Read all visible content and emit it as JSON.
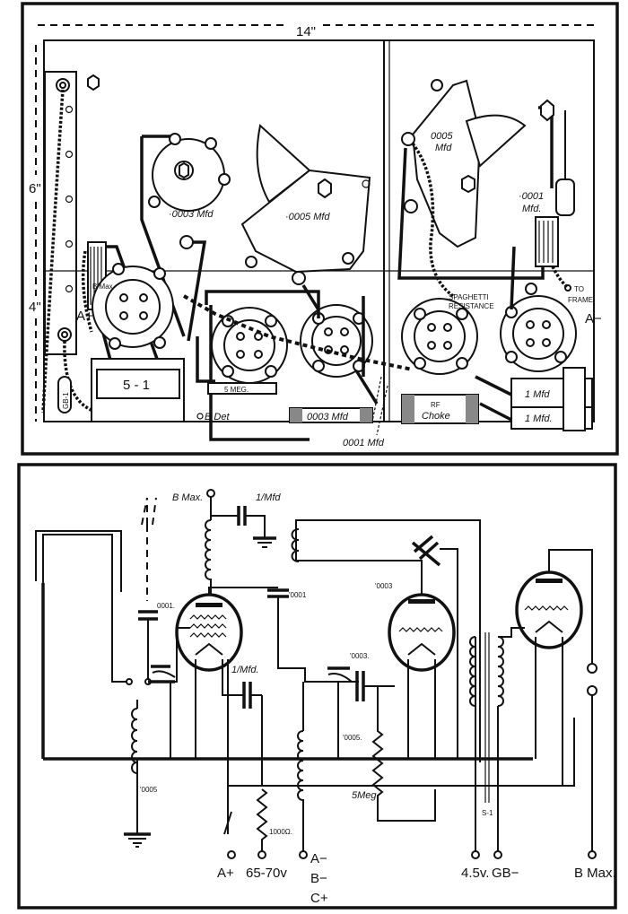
{
  "layout_diagram": {
    "width_dim": "14\"",
    "upper_height_dim": "6\"",
    "lower_height_dim": "4\"",
    "labels": {
      "cap_0003": "·0003 Mfd",
      "cap_0005_centre": "·0005 Mfd",
      "cap_0005_right_1": "0005",
      "cap_0005_right_2": "Mfd",
      "cap_0001_top_1": "·0001",
      "cap_0001_top_2": "Mfd.",
      "to_frame_1": "TO",
      "to_frame_2": "FRAME",
      "spaghetti_1": "SPAGHETTI",
      "spaghetti_2": "RESISTANCE",
      "b_max": "B Max",
      "a_plus": "A+",
      "a_minus": "A−",
      "transformer": "5 - 1",
      "gb": "GB-1",
      "b_det": "B Det",
      "resistor_5meg": "5 MEG.",
      "cap_0003_base": "0003 Mfd",
      "cap_0001_base": "0001 Mfd",
      "rf_choke_1": "RF",
      "rf_choke_2": "Choke",
      "cap_1mfd_a": "1 Mfd",
      "cap_1mfd_b": "1 Mfd."
    }
  },
  "schematic": {
    "labels": {
      "b_max_top": "B Max.",
      "cap_1mfd_top": "1/Mfd",
      "cap_0001_aerial": "0001.",
      "cap_0001_coupling": "'0001",
      "cap_0003_reaction": "'0003",
      "cap_0003_grid": "'0003.",
      "cap_0005_tuning": "'0005.",
      "resistor_5meg": "5Meg",
      "cap_1mfd_mid": "1/Mfd.",
      "cap_0005_loop": "'0005",
      "resistor_1000": "1000Ω.",
      "transformer": "S-1"
    },
    "terminals": [
      "A+",
      "65-70v",
      "A−",
      "B−",
      "C+",
      "4.5v.",
      "GB−",
      "B Max."
    ]
  }
}
